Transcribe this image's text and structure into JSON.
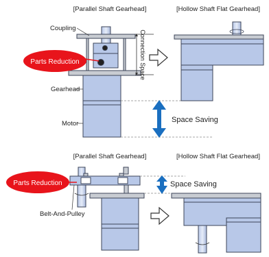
{
  "top": {
    "left_title": "[Parallel Shaft Gearhead]",
    "right_title": "[Hollow Shaft Flat Gearhead]",
    "label_coupling": "Coupling",
    "badge_parts_reduction": "Parts Reduction",
    "label_connection_space": "Connection Space",
    "label_gearhead": "Gearhead",
    "label_motor": "Motor",
    "space_saving": "Space Saving"
  },
  "bottom": {
    "left_title": "[Parallel Shaft Gearhead]",
    "right_title": "[Hollow Shaft Flat Gearhead]",
    "badge_parts_reduction": "Parts Reduction",
    "space_saving": "Space Saving",
    "label_belt_pulley": "Belt-And-Pulley"
  },
  "colors": {
    "part_fill": "#b8c8e8",
    "part_stroke": "#3c4458",
    "plate_fill": "#c8ccd2",
    "badge_red": "#e8141b",
    "arrow_blue": "#1a6fc0",
    "guide_stroke": "#888888"
  }
}
